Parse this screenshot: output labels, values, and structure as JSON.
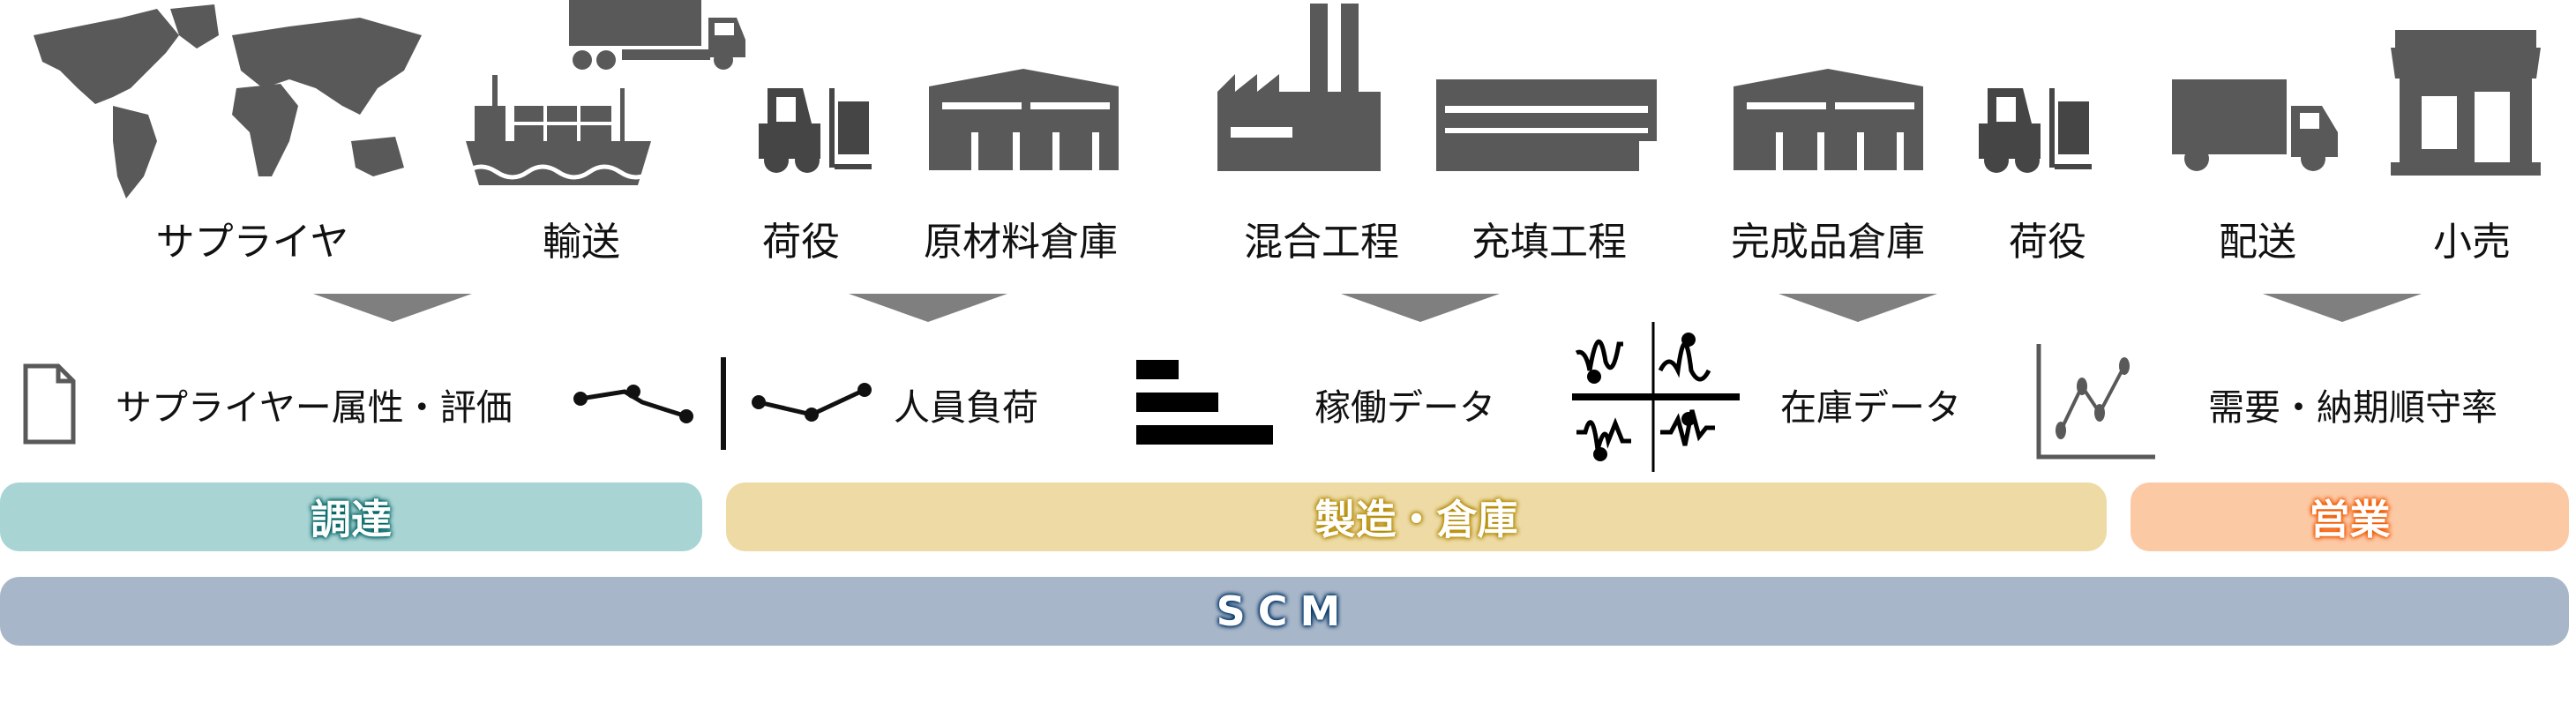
{
  "stages": [
    "サプライヤ",
    "輸送",
    "荷役",
    "原材料倉庫",
    "混合工程",
    "充填工程",
    "完成品倉庫",
    "荷役",
    "配送",
    "小売"
  ],
  "data_items": [
    "サプライヤー属性・評価",
    "人員負荷",
    "稼働データ",
    "在庫データ",
    "需要・納期順守率"
  ],
  "bars": {
    "procurement": "調達",
    "manufacturing": "製造・倉庫",
    "sales": "営業",
    "scm": "SCM"
  },
  "colors": {
    "icon": "#595959",
    "arrow": "#7f7f7f",
    "procurement": "#a8d4d4",
    "procurement_glow": "#006464",
    "manufacturing": "#eddaa5",
    "manufacturing_glow": "#b38a00",
    "sales": "#fcc9a5",
    "sales_glow": "#f05a00",
    "scm": "#a7b7c9",
    "scm_glow": "#003366"
  }
}
